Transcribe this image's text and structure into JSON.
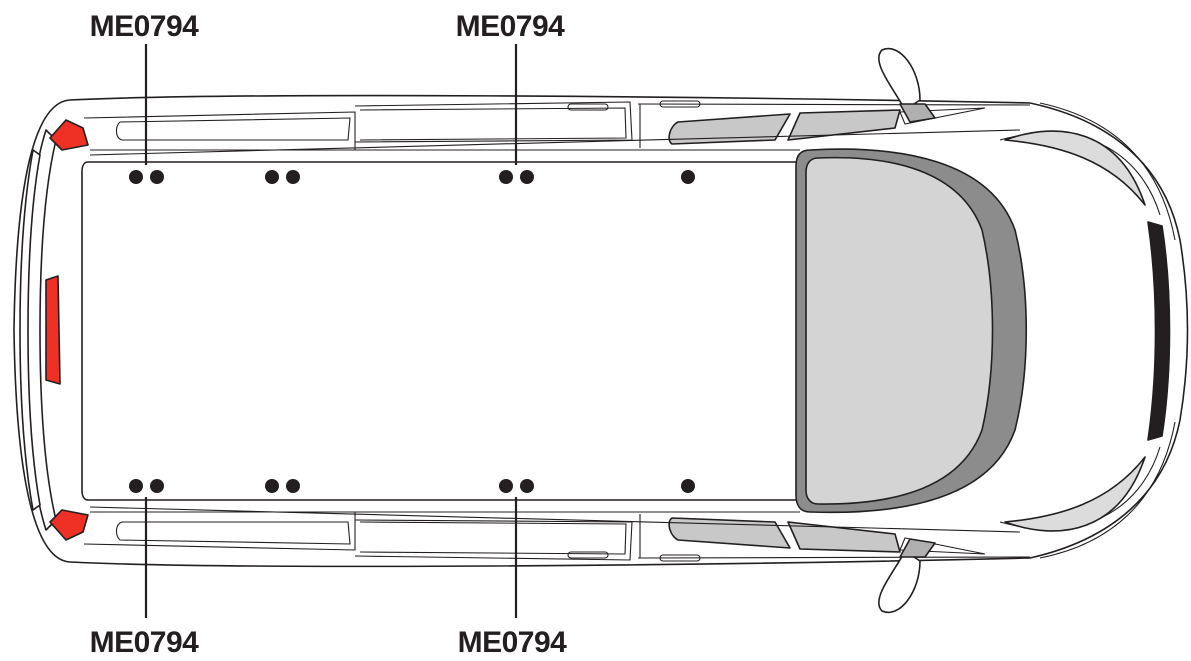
{
  "labels": {
    "top_left": "ME0794",
    "top_right": "ME0794",
    "bottom_left": "ME0794",
    "bottom_right": "ME0794"
  },
  "colors": {
    "outline": "#231f20",
    "tail_light": "#ee3124",
    "windscreen_outer": "#8c8c8c",
    "windscreen_inner": "#d4d4d4",
    "glass": "#c8c8c8",
    "grille": "#231f20",
    "roof": "#ffffff"
  },
  "icons": [
    "van-top-view",
    "mounting-point-icon"
  ]
}
